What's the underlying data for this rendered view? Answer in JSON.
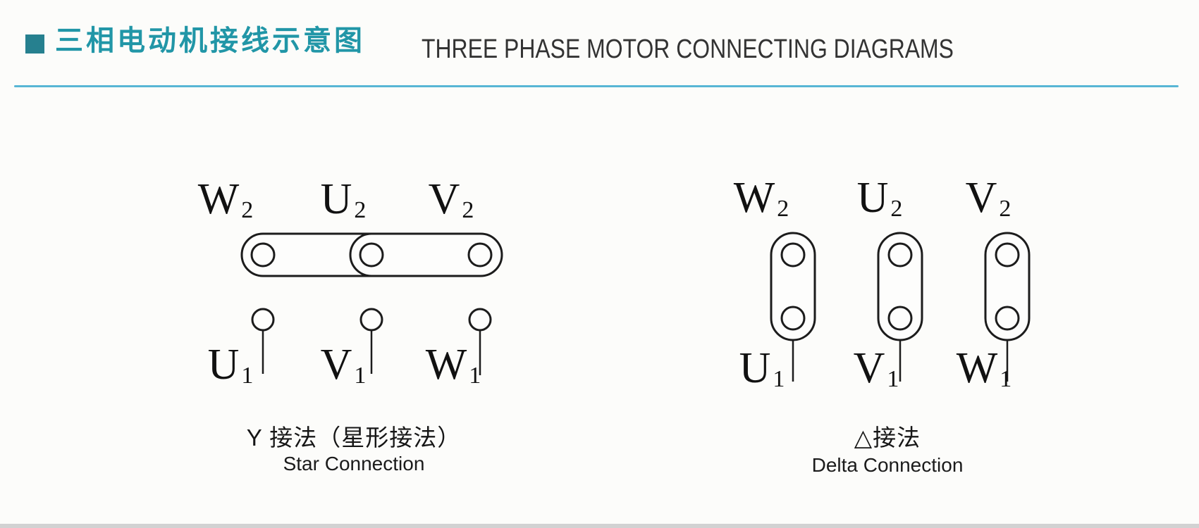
{
  "header": {
    "title_zh": "三相电动机接线示意图",
    "title_en": "THREE PHASE MOTOR CONNECTING DIAGRAMS"
  },
  "colors": {
    "accent_teal": "#2196a7",
    "bullet_teal": "#26808f",
    "divider_blue": "#58b6d5",
    "diagram_line": "#1c1c1c"
  },
  "diagrams": {
    "star": {
      "top_terminals": [
        {
          "letter": "W",
          "sub": "2"
        },
        {
          "letter": "U",
          "sub": "2"
        },
        {
          "letter": "V",
          "sub": "2"
        }
      ],
      "bottom_terminals": [
        {
          "letter": "U",
          "sub": "1"
        },
        {
          "letter": "V",
          "sub": "1"
        },
        {
          "letter": "W",
          "sub": "1"
        }
      ],
      "caption_zh": "Y 接法（星形接法）",
      "caption_en": "Star Connection"
    },
    "delta": {
      "top_terminals": [
        {
          "letter": "W",
          "sub": "2"
        },
        {
          "letter": "U",
          "sub": "2"
        },
        {
          "letter": "V",
          "sub": "2"
        }
      ],
      "bottom_terminals": [
        {
          "letter": "U",
          "sub": "1"
        },
        {
          "letter": "V",
          "sub": "1"
        },
        {
          "letter": "W",
          "sub": "1"
        }
      ],
      "caption_zh": "△接法",
      "caption_en": "Delta Connection"
    }
  }
}
